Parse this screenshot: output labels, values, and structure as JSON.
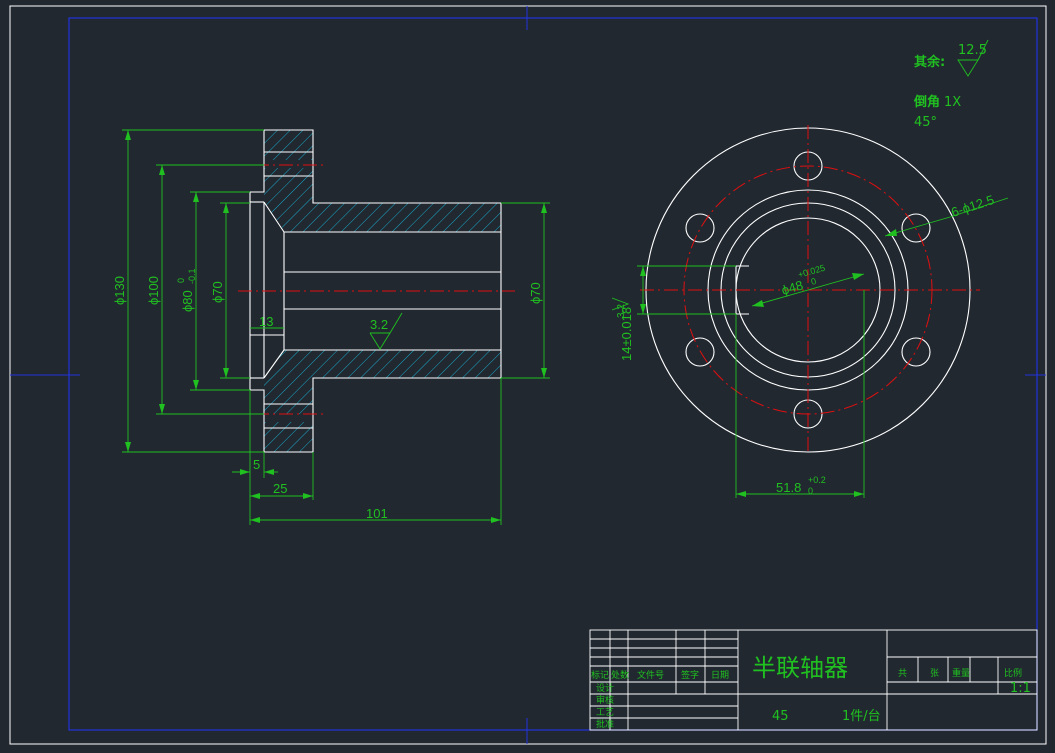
{
  "colors": {
    "background": "#212830",
    "outline": "#ffffff",
    "dimension": "#20c020",
    "centerline": "#e01010",
    "hatch": "#1aa8c8",
    "frame": "#2233dd"
  },
  "front_view": {
    "dims": {
      "d130": "ϕ130",
      "d100": "ϕ100",
      "d80": "ϕ80",
      "d80_tol_up": "0",
      "d80_tol_low": "-0.1",
      "d70_left": "ϕ70",
      "d70_right": "ϕ70",
      "len13": "13",
      "len5": "5",
      "len25": "25",
      "len101": "101",
      "rough": "3.2"
    }
  },
  "side_view": {
    "dims": {
      "holes": "6-ϕ12.5",
      "bore": "ϕ48",
      "bore_tol_up": "+0.025",
      "bore_tol_low": "0",
      "keyway": "14±0.018",
      "key_rough": "3.2",
      "width": "51.8",
      "width_tol_up": "+0.2",
      "width_tol_low": "0"
    }
  },
  "notes": {
    "rest_label": "其余:",
    "rest_value": "12.5",
    "chamfer_label": "倒角",
    "chamfer_value": "1X",
    "chamfer_angle": "45°"
  },
  "title_block": {
    "part_name": "半联轴器",
    "material": "45",
    "quantity": "1件/台",
    "row_labels": [
      "标记",
      "处数",
      "文件号",
      "签字",
      "日期"
    ],
    "left_labels": [
      "设计",
      "审核",
      "工艺",
      "批准"
    ],
    "right_headers": [
      "共",
      "张",
      "重量",
      "比例"
    ],
    "scale": "1:1"
  }
}
